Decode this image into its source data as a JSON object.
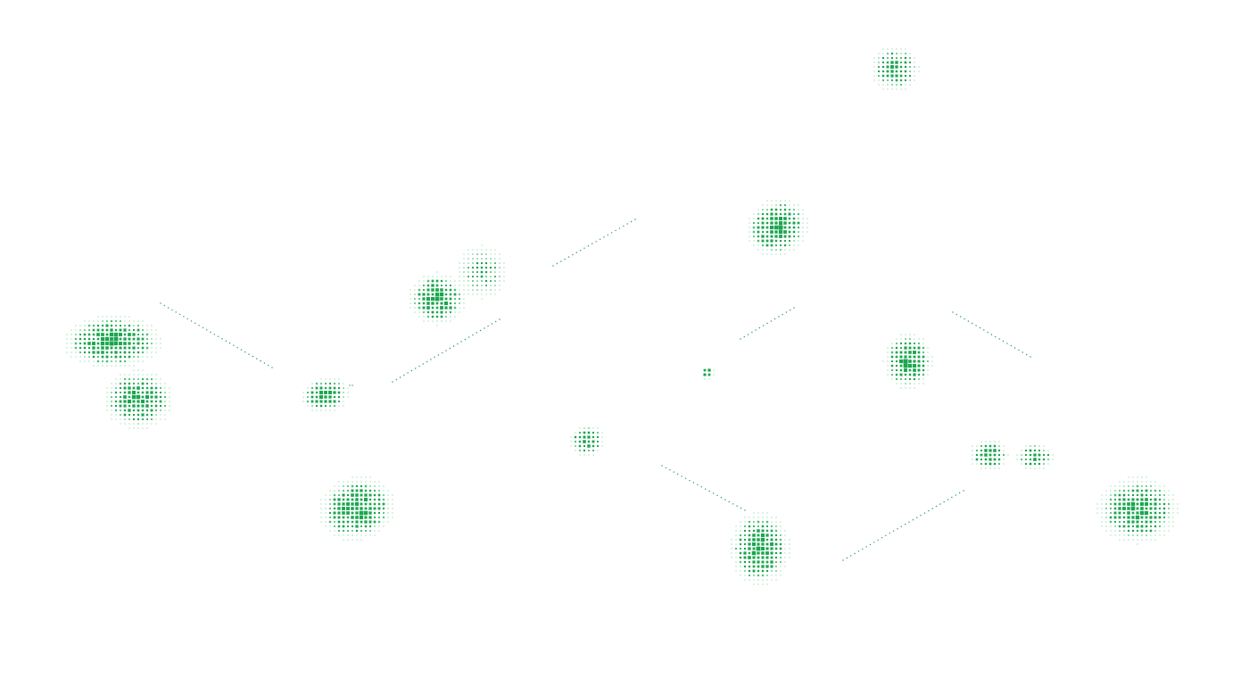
{
  "graphic": {
    "description_visible_text": "",
    "colors": {
      "background": "#ffffff",
      "dot": "#1aa64e",
      "dot_light": "#49c476",
      "line": "#2a9a55"
    },
    "style": "halftone dotted blobs connected by dotted lines",
    "blob_count": 15,
    "connector_count": 9
  }
}
